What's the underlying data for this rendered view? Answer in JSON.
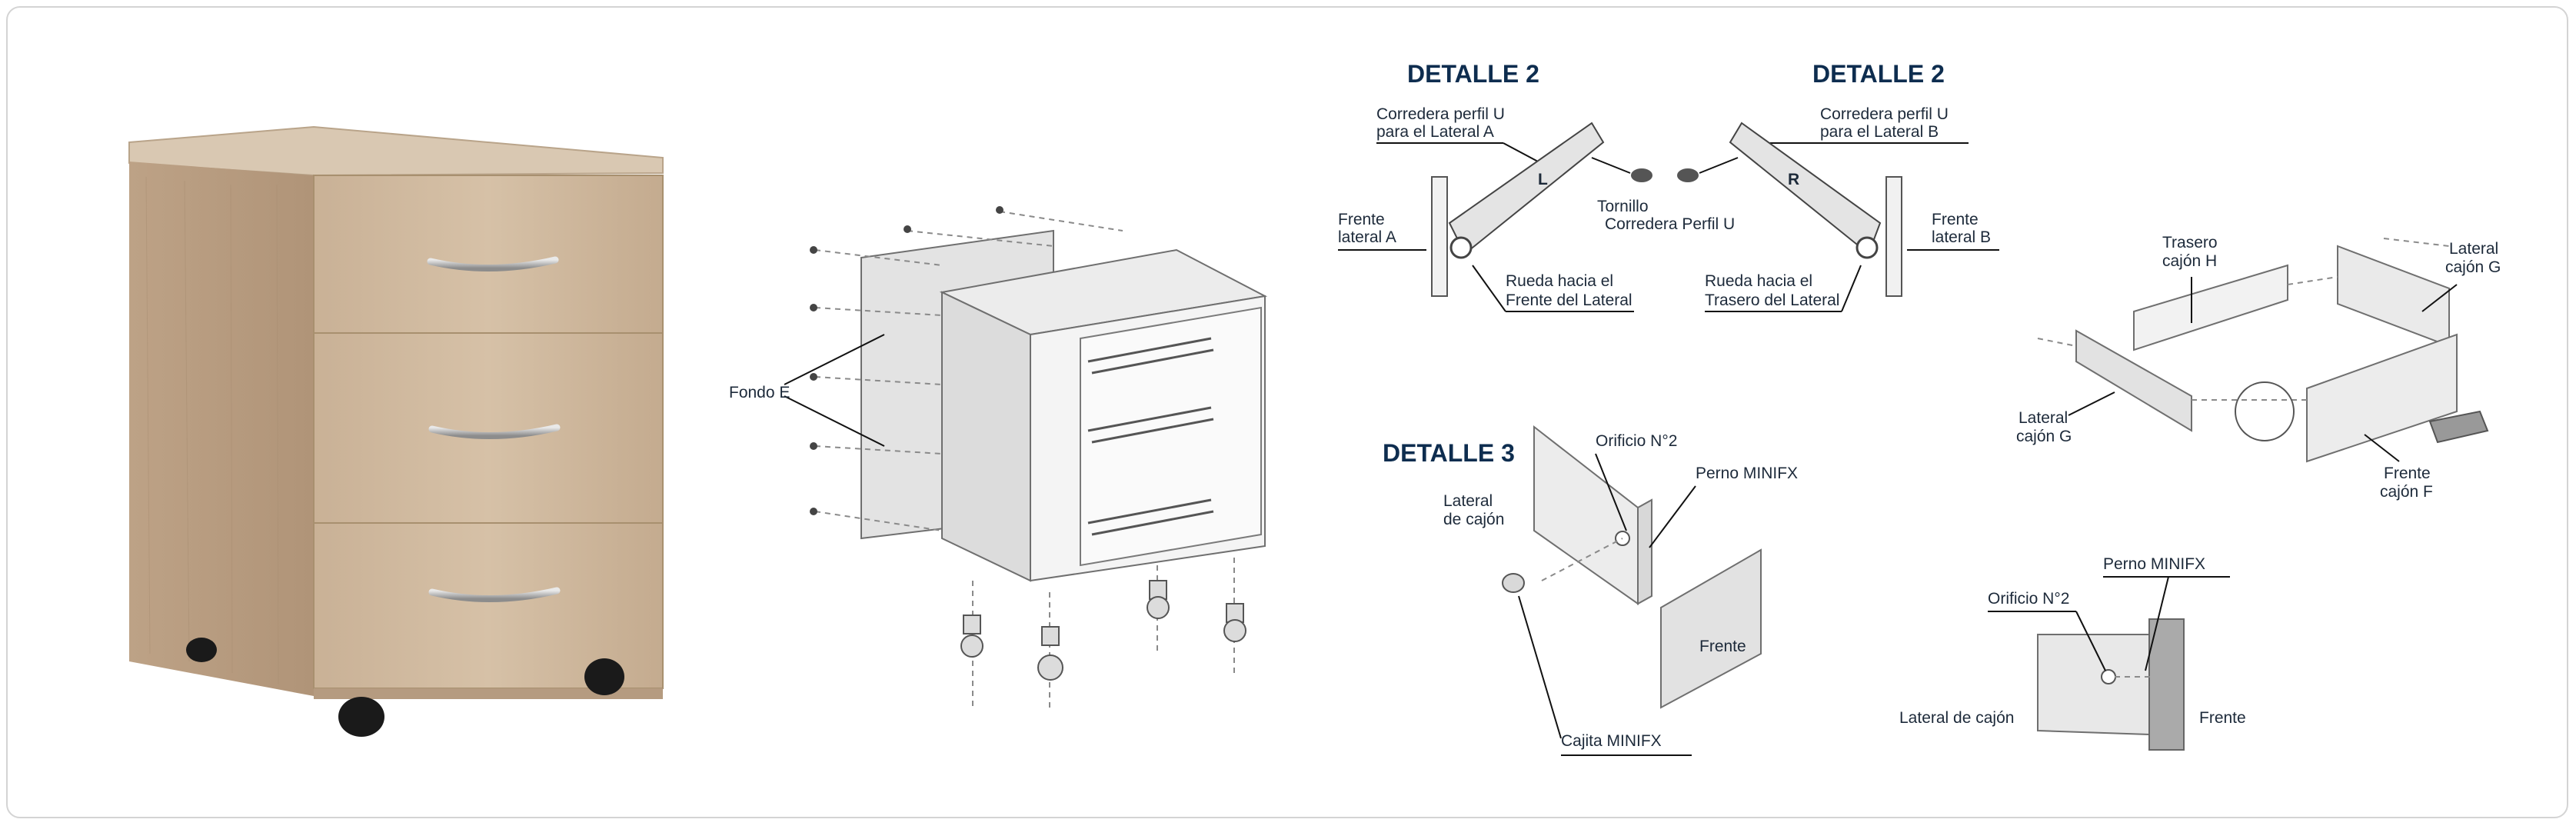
{
  "colors": {
    "title": "#0e2d4f",
    "text": "#1d2a3a",
    "wood": "#cbb49a",
    "panel": "#e6e6e6"
  },
  "product_photo": {
    "description_icon": "drawer-cabinet-photo"
  },
  "exploded": {
    "fondo_label": "Fondo E"
  },
  "detalle2_left": {
    "title": "DETALLE 2",
    "rail_label_1": "Corredera perfil U",
    "rail_label_2": "para el Lateral A",
    "front_label_1": "Frente",
    "front_label_2": "lateral A",
    "wheel_label_1": "Rueda hacia el",
    "wheel_label_2": "Frente del Lateral",
    "rail_letter": "L"
  },
  "detalle2_center": {
    "screw_label_1": "Tornillo",
    "screw_label_2": "Corredera Perfil U"
  },
  "detalle2_right": {
    "title": "DETALLE 2",
    "rail_label_1": "Corredera perfil U",
    "rail_label_2": "para el Lateral B",
    "front_label_1": "Frente",
    "front_label_2": "lateral B",
    "wheel_label_1": "Rueda hacia el",
    "wheel_label_2": "Trasero del Lateral",
    "rail_letter": "R"
  },
  "detalle3": {
    "title": "DETALLE 3",
    "side_label_1": "Lateral",
    "side_label_2": "de cajón",
    "hole_label": "Orificio N°2",
    "bolt_label": "Perno MINIFX",
    "front_label": "Frente",
    "box_label": "Cajita MINIFX"
  },
  "drawer_assembly": {
    "back_label_1": "Trasero",
    "back_label_2": "cajón H",
    "side_g_right_1": "Lateral",
    "side_g_right_2": "cajón G",
    "side_g_left_1": "Lateral",
    "side_g_left_2": "cajón G",
    "front_f_1": "Frente",
    "front_f_2": "cajón F"
  },
  "minifx_detail": {
    "bolt_label": "Perno MINIFX",
    "hole_label": "Orificio N°2",
    "side_label": "Lateral de cajón",
    "front_label": "Frente"
  }
}
